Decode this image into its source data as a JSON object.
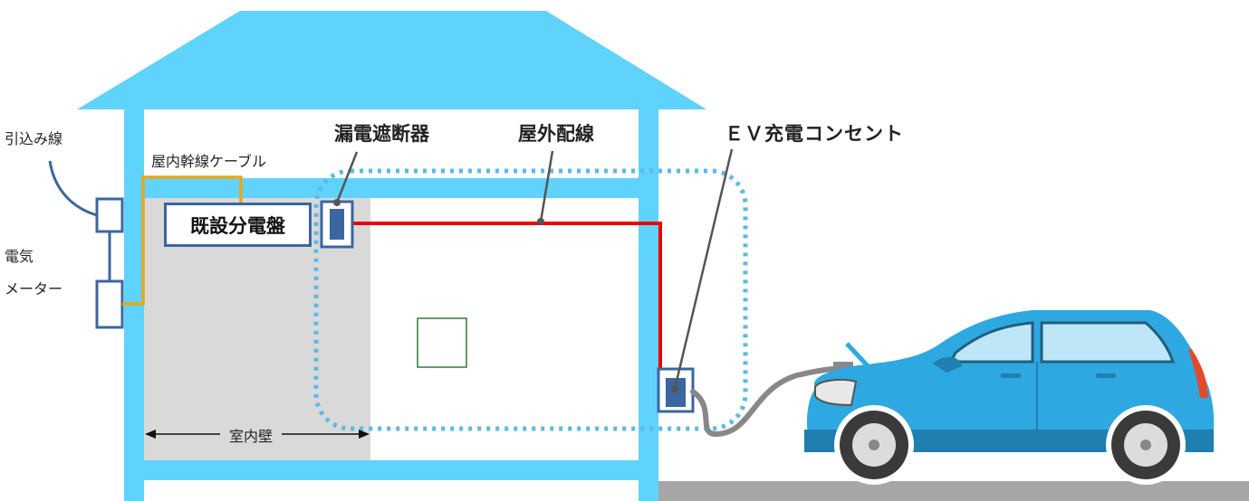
{
  "labels": {
    "service_drop": "引込み線",
    "trunk_cable": "屋内幹線ケーブル",
    "meter_line1": "電気",
    "meter_line2": "メーター",
    "breaker": "漏電遮断器",
    "outdoor_wiring": "屋外配線",
    "ev_outlet": "ＥＶ充電コンセント",
    "existing_panel": "既設分電盤",
    "interior_wall": "室内壁"
  },
  "colors": {
    "house": "#5fd3fb",
    "wall_gray": "#d9d9d9",
    "wire_red": "#ee0000",
    "cable_yellow": "#e6a817",
    "device_blue": "#3b66a0",
    "dotted_outline": "#5fb8e6",
    "car_body": "#2ea8e0",
    "ground": "#a6a6a6"
  }
}
